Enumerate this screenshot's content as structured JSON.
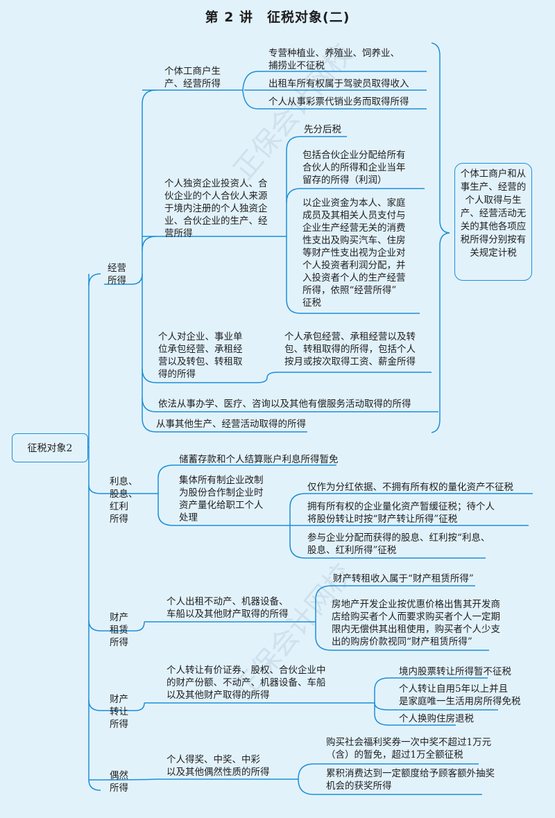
{
  "title": "第 2 讲　征税对象(二)",
  "root": "征税对象2",
  "categories": {
    "business": "经营\n所得",
    "interest": "利息、\n股息、\n红利\n所得",
    "lease": "财产\n租赁\n所得",
    "transfer": "财产\n转让\n所得",
    "occasional": "偶然\n所得"
  },
  "business": {
    "b1": "个体工商户生\n产、经营所得",
    "b1_c1": "专营种植业、养殖业、饲养业、\n捕捞业不征税",
    "b1_c2": "出租车所有权属于驾驶员取得收入",
    "b1_c3": "个人从事彩票代销业务而取得所得",
    "b2": "个人独资企业投资人、合\n伙企业的个人合伙人来源\n于境内注册的个人独资企\n业、合伙企业的生产、经\n营所得",
    "b2_c1": "先分后税",
    "b2_c2": "包括合伙企业分配给所有\n合伙人的所得和企业当年\n留存的所得（利润）",
    "b2_c3": "以企业资金为本人、家庭\n成员及其相关人员支付与\n企业生产经营无关的消费\n性支出及购买汽车、住房\n等财产性支出视为企业对\n个人投资者利润分配，并\n入投资者个人的生产经营\n所得，依照“经营所得”\n征税",
    "b3": "个人对企业、事业单\n位承包经营、承租经\n营以及转包、转租取\n得的所得",
    "b3_c1": "个人承包经营、承租经营以及转\n包、转租取得的所得，包括个人\n按月或按次取得工资、薪金所得",
    "b4": "依法从事办学、医疗、咨询以及其他有偿服务活动取得的所得",
    "b5": "从事其他生产、经营活动取得的所得",
    "note": "个体工商户和从事生产、经营的个人取得与生产、经营活动无关的其他各项应税所得分别按有关规定计税"
  },
  "interest": {
    "i1": "储蓄存款和个人结算账户利息所得暂免",
    "i2": "集体所有制企业改制\n为股份合作制企业时\n资产量化给职工个人\n处理",
    "i2_c1": "仅作为分红依据、不拥有所有权的量化资产不征税",
    "i2_c2": "拥有所有权的企业量化资产暂缓征税；待个人\n将股份转让时按“财产转让所得”征税",
    "i2_c3": "参与企业分配而获得的股息、红利按“利息、\n股息、红利所得”征税"
  },
  "lease": {
    "l1": "个人出租不动产、机器设备、\n车船以及其他财产取得的所得",
    "l1_c1": "财产转租收入属于“财产租赁所得”",
    "l1_c2": "房地产开发企业按优惠价格出售其开发商\n店给购买者个人而要求购买者个人一定期\n限内无偿供其出租使用，购买者个人少支\n出的购房价款视同“财产租赁所得”"
  },
  "transfer": {
    "t1": "个人转让有价证券、股权、合伙企业中\n的财产份额、不动产、机器设备、车船\n以及其他财产取得的所得",
    "t1_c1": "境内股票转让所得暂不征税",
    "t1_c2": "个人转让自用5年以上并且\n是家庭唯一生活用房所得免税",
    "t1_c3": "个人换购住房退税"
  },
  "occasional": {
    "o1": "个人得奖、中奖、中彩\n以及其他偶然性质的所得",
    "o1_c1": "购买社会福利奖券一次中奖不超过1万元\n（含）的暂免，超过1万全额征税",
    "o1_c2": "累积消费达到一定额度给予顾客额外抽奖\n机会的获奖所得"
  },
  "colors": {
    "line": "#1a8fd8",
    "background": "#e2f2fb"
  }
}
